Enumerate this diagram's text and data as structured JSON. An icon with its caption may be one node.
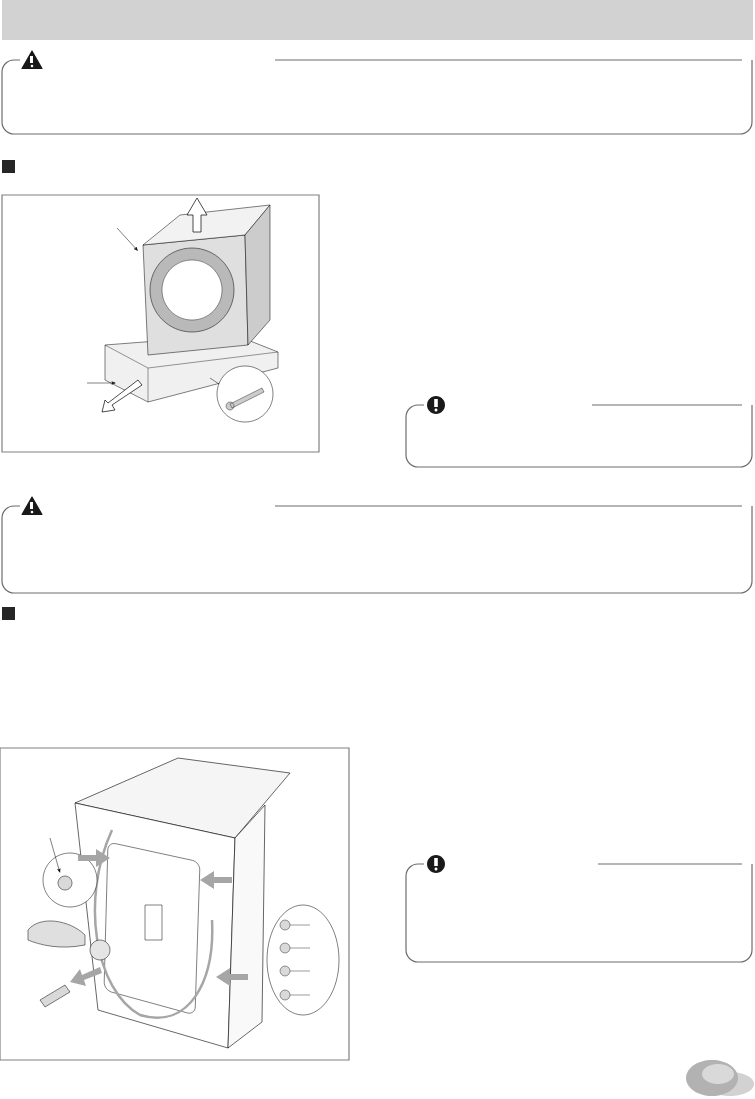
{
  "diagram": {
    "nodes": [
      {
        "text": [],
        "shape": "box"
      },
      {
        "text": [],
        "shape": "picture"
      },
      {
        "text": [],
        "shape": "box"
      },
      {
        "text": [],
        "shape": "box"
      },
      {
        "text": [],
        "shape": "picture"
      },
      {
        "text": [],
        "shape": "box"
      }
    ]
  }
}
